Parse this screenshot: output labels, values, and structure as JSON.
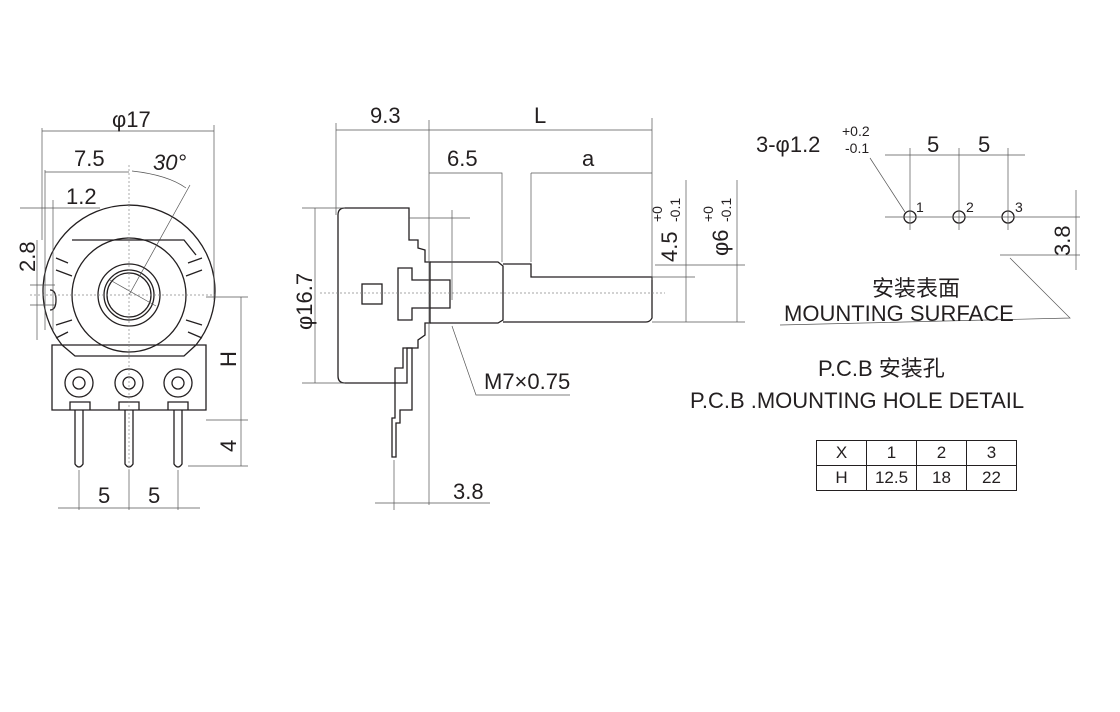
{
  "front_view": {
    "dia_overall": "φ17",
    "dim_7_5": "7.5",
    "angle": "30°",
    "dim_1_2": "1.2",
    "dim_2_8": "2.8",
    "dim_H": "H",
    "dim_4": "4",
    "pitch_1": "5",
    "pitch_2": "5"
  },
  "side_view": {
    "dim_9_3": "9.3",
    "dim_L": "L",
    "dim_6_5": "6.5",
    "dim_a": "a",
    "flat_dim": "4.5",
    "flat_tol_plus": "+0",
    "flat_tol_minus": "-0.1",
    "shaft_dia": "φ6",
    "shaft_tol_plus": "+0",
    "shaft_tol_minus": "-0.1",
    "body_dia": "φ16.7",
    "thread": "M7×0.75",
    "dim_3_8": "3.8"
  },
  "pcb_detail": {
    "hole_spec": "3-φ1.2",
    "hole_tol_plus": "+0.2",
    "hole_tol_minus": "-0.1",
    "pitch_1": "5",
    "pitch_2": "5",
    "pin_1": "1",
    "pin_2": "2",
    "pin_3": "3",
    "offset": "3.8",
    "surface_cn": "安装表面",
    "surface_en": "MOUNTING SURFACE",
    "title_cn": "P.C.B 安装孔",
    "title_en": "P.C.B .MOUNTING HOLE DETAIL"
  },
  "table": {
    "header": [
      "X",
      "1",
      "2",
      "3"
    ],
    "row": [
      "H",
      "12.5",
      "18",
      "22"
    ]
  }
}
